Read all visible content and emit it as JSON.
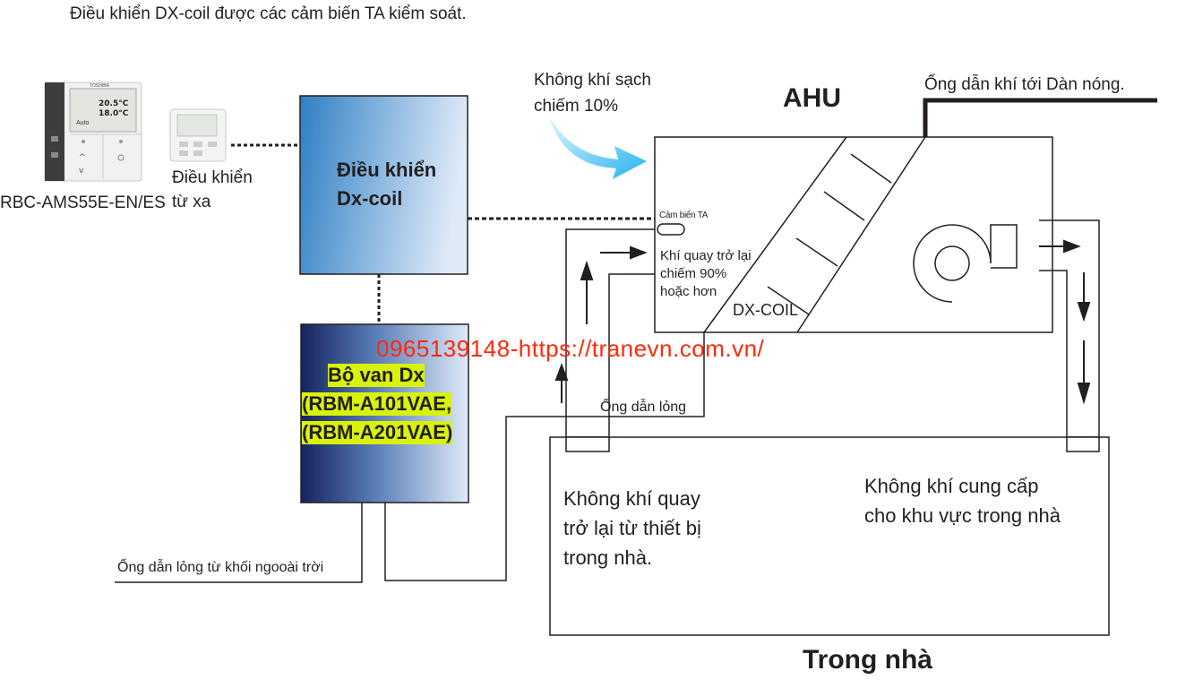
{
  "caption": "Điều khiển DX-coil được các cảm biến TA kiểm soát.",
  "remote": {
    "model": "RBC-AMS55E-EN/ES",
    "label_line1": "Điều khiển",
    "label_line2": "từ xa",
    "screen_temp1": "20.5°C",
    "screen_temp2": "18.0°C",
    "screen_mode": "Auto",
    "brand": "TOSHIBA"
  },
  "controller": {
    "line1": "Điều khiển",
    "line2": "Dx-coil"
  },
  "valve": {
    "line1": "Bộ van Dx",
    "line2": "(RBM-A101VAE,",
    "line3": "(RBM-A201VAE)"
  },
  "fresh_air": {
    "line1": "Không khí sạch",
    "line2": "chiếm 10%"
  },
  "ahu": {
    "title": "AHU",
    "sensor": "Cảm biến TA",
    "return_line1": "Khí quay trở lại",
    "return_line2": "chiếm 90%",
    "return_line3": "hoặc hơn",
    "coil": "DX-COIL"
  },
  "pipes": {
    "to_condenser": "Ống dẫn khí tới Dàn nóng.",
    "liquid": "Ống dẫn lỏng",
    "from_outdoor": "Ống dẫn lỏng từ khối ngooài trời"
  },
  "watermark": "0965139148-https://tranevn.com.vn/",
  "room": {
    "title": "Trong nhà",
    "return_line1": "Không khí quay",
    "return_line2": "trở lại từ thiết bị",
    "return_line3": "trong nhà.",
    "supply_line1": "Không khí cung cấp",
    "supply_line2": "cho khu vực trong nhà"
  },
  "colors": {
    "controller_gradient": [
      "#2f7fc4",
      "#dce9f7"
    ],
    "valve_gradient": [
      "#1a2c66",
      "#dce9f7"
    ],
    "fresh_air_arrow": "#29b6f0",
    "watermark": "#ff2a0a",
    "highlight": "#d9f20a"
  }
}
